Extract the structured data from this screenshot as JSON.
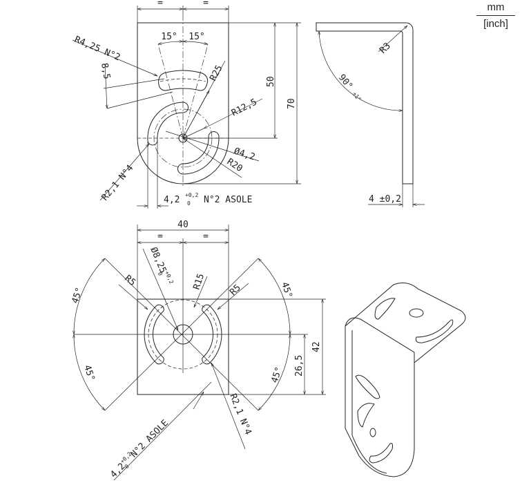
{
  "units": {
    "primary": "mm",
    "secondary": "[inch]"
  },
  "top_view": {
    "equal_left": "=",
    "equal_right": "=",
    "angle_left": "15°",
    "angle_right": "15°",
    "slot_radius": "R4,25 N°2",
    "slot_width": "8,5",
    "arc_radius": "R25",
    "inner_radius": "R12,5",
    "hole_diameter": "Ø4,2",
    "outer_radius": "R20",
    "small_radius": "R2,1 N°4",
    "height_50": "50",
    "height_70": "70",
    "slot_note_value": "4,2",
    "slot_note_tol_upper": "+0,2",
    "slot_note_tol_lower": "0",
    "slot_note_text": "N°2 ASOLE"
  },
  "side_view": {
    "bend_radius": "R3",
    "angle": "90°",
    "angle_tol": "±1°",
    "thickness": "4 ±0,2"
  },
  "front_view": {
    "width": "40",
    "equal_left": "=",
    "equal_right": "=",
    "hole_diameter": "Ø8,25",
    "hole_tol_upper": "+0,2",
    "hole_tol_lower": "0",
    "radius_15": "R15",
    "radius_5_left": "R5",
    "radius_5_right": "R5",
    "angle_top_left": "45°",
    "angle_bottom_left": "45°",
    "angle_top_right": "45°",
    "angle_bottom_right": "45°",
    "height_42": "42",
    "height_26_5": "26,5",
    "small_radius": "R2,1 N°4",
    "slot_note_value": "4,2",
    "slot_note_tol_upper": "+0,2",
    "slot_note_tol_lower": "0",
    "slot_note_text": "N°2 ASOLE"
  }
}
